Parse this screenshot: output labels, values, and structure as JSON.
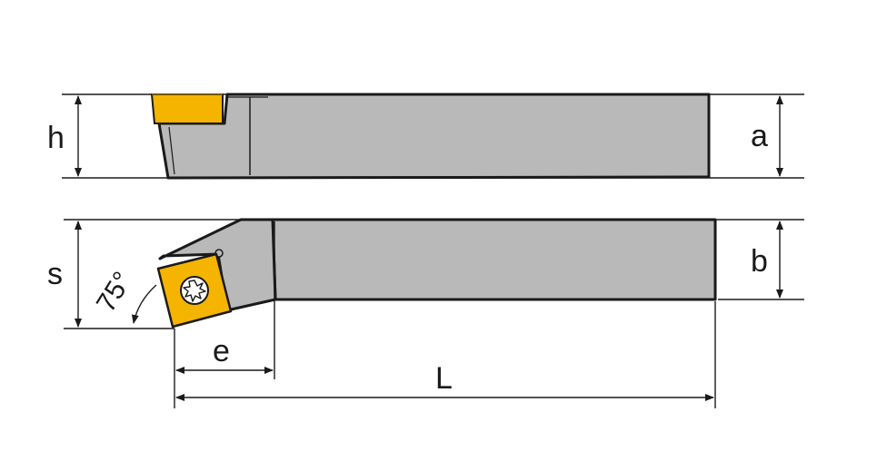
{
  "diagram": {
    "labels": {
      "h": "h",
      "a": "a",
      "s": "s",
      "b": "b",
      "e": "e",
      "L": "L",
      "angle": "75°"
    },
    "colors": {
      "body": "#b9b9b9",
      "outline": "#1a1a1a",
      "insert": "#f5b400",
      "insert_dark": "#c78f00",
      "dimension": "#1a1a1a"
    },
    "icons": [
      "torx-screw-icon"
    ]
  }
}
